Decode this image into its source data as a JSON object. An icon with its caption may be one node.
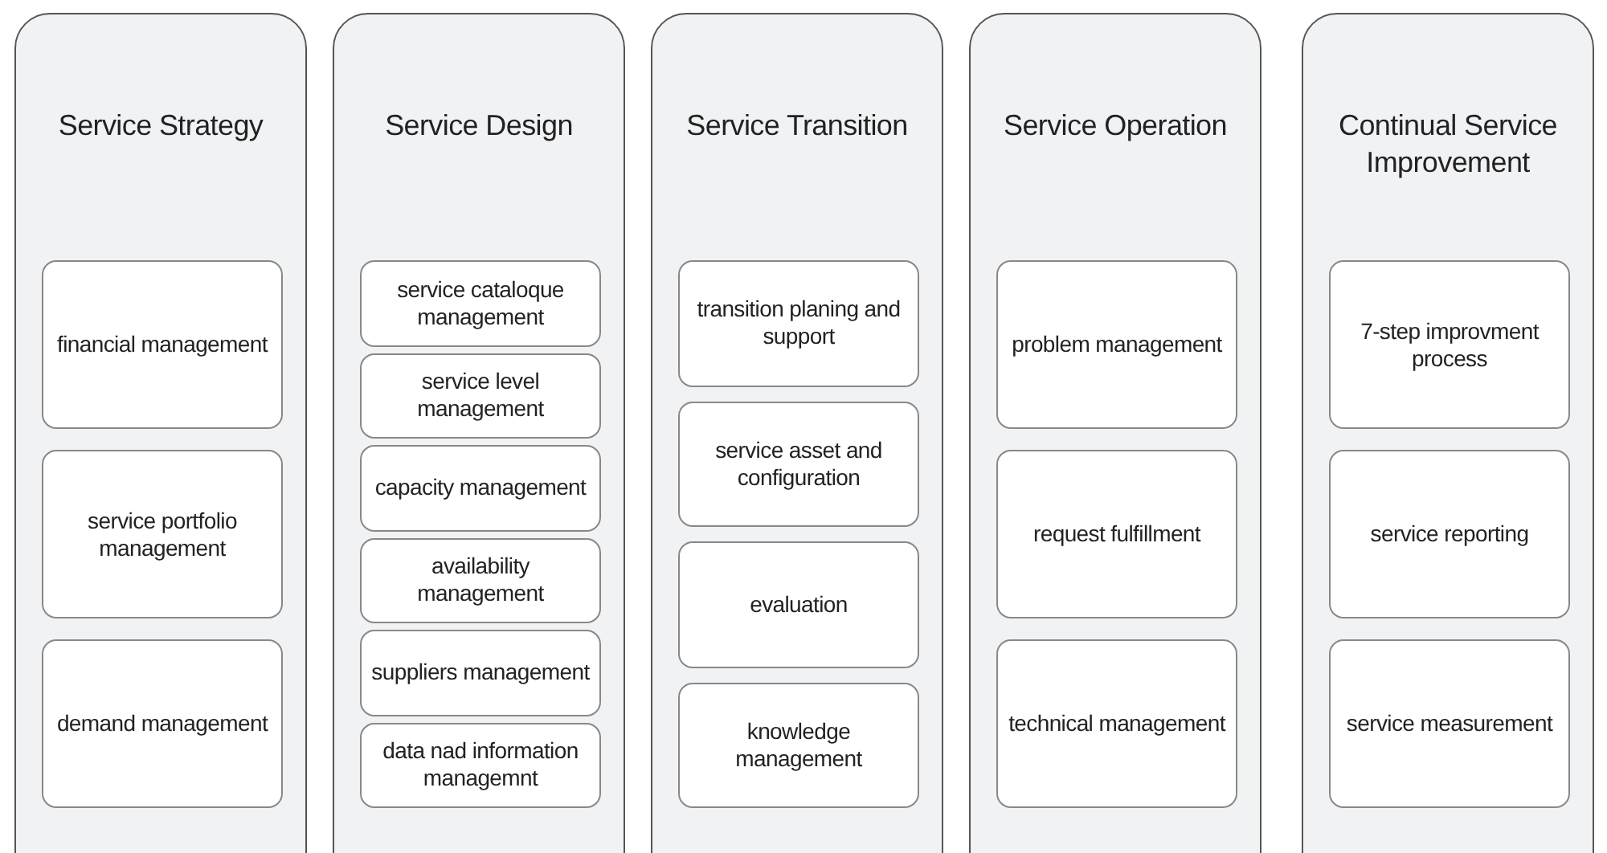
{
  "diagram": {
    "nodes": [
      {
        "text": [
          "Service Strategy"
        ]
      },
      {
        "text": [
          "financial management"
        ],
        "in": 0
      },
      {
        "text": [
          "service portfolio management"
        ],
        "in": 0
      },
      {
        "text": [
          "demand management"
        ],
        "in": 0
      },
      {
        "text": [
          "Service Design"
        ]
      },
      {
        "text": [
          "service cataloque management"
        ],
        "in": 4
      },
      {
        "text": [
          "service level management"
        ],
        "in": 4
      },
      {
        "text": [
          "capacity management"
        ],
        "in": 4
      },
      {
        "text": [
          "availability management"
        ],
        "in": 4
      },
      {
        "text": [
          "suppliers management"
        ],
        "in": 4
      },
      {
        "text": [
          "data nad information managemnt"
        ],
        "in": 4
      },
      {
        "text": [
          "Service Transition"
        ]
      },
      {
        "text": [
          "transition planing and support"
        ],
        "in": 11
      },
      {
        "text": [
          "service asset and configuration"
        ],
        "in": 11
      },
      {
        "text": [
          "evaluation"
        ],
        "in": 11
      },
      {
        "text": [
          "knowledge management"
        ],
        "in": 11
      },
      {
        "text": [
          "Service Operation"
        ]
      },
      {
        "text": [
          "problem management"
        ],
        "in": 16
      },
      {
        "text": [
          "request fulfillment"
        ],
        "in": 16
      },
      {
        "text": [
          "technical management"
        ],
        "in": 16
      },
      {
        "text": [
          "Continual Service Improvement"
        ]
      },
      {
        "text": [
          "7-step improvment process"
        ],
        "in": 20
      },
      {
        "text": [
          "service reporting"
        ],
        "in": 20
      },
      {
        "text": [
          "service measurement"
        ],
        "in": 20
      }
    ]
  }
}
